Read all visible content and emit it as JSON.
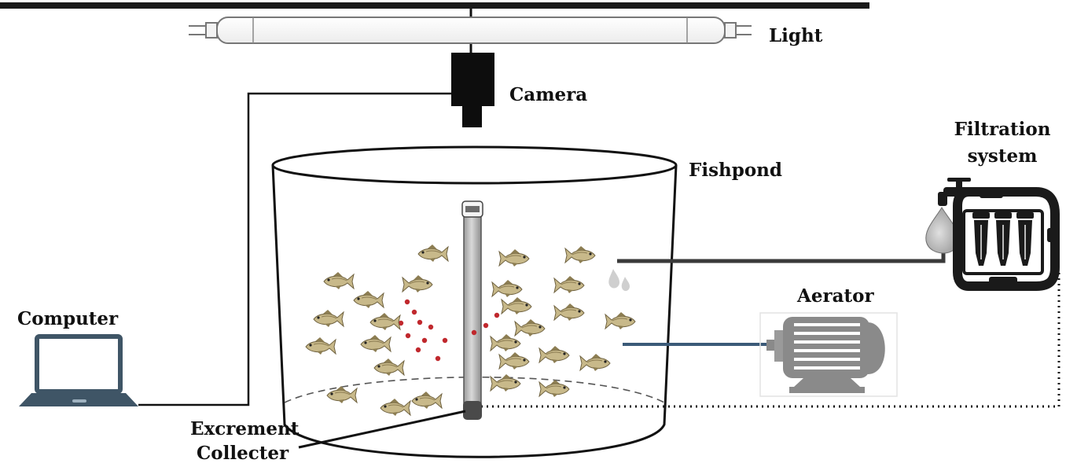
{
  "labels": {
    "light": "Light",
    "camera": "Camera",
    "fishpond": "Fishpond",
    "filtration_line1": "Filtration",
    "filtration_line2": "system",
    "aerator": "Aerator",
    "computer": "Computer",
    "excrement_line1": "Excrement",
    "excrement_line2": "Collecter"
  },
  "icons": {
    "light": "fluorescent-tube-icon",
    "camera": "camera-icon",
    "fishpond": "fish-tank-icon",
    "fish": "fish-icon",
    "collector": "excrement-collector-tube-icon",
    "filtration": "water-filter-icon",
    "aerator": "electric-motor-icon",
    "computer": "laptop-icon",
    "droplet": "water-droplet-icon"
  },
  "colors": {
    "line": "#111111",
    "fish_body": "#c8b98a",
    "pellets": "#c0282d",
    "aerator_body": "#8a8a8a",
    "aerator_pipe": "#3b5a78",
    "laptop_frame": "#3f5566",
    "filter_body": "#1a1a1a"
  }
}
